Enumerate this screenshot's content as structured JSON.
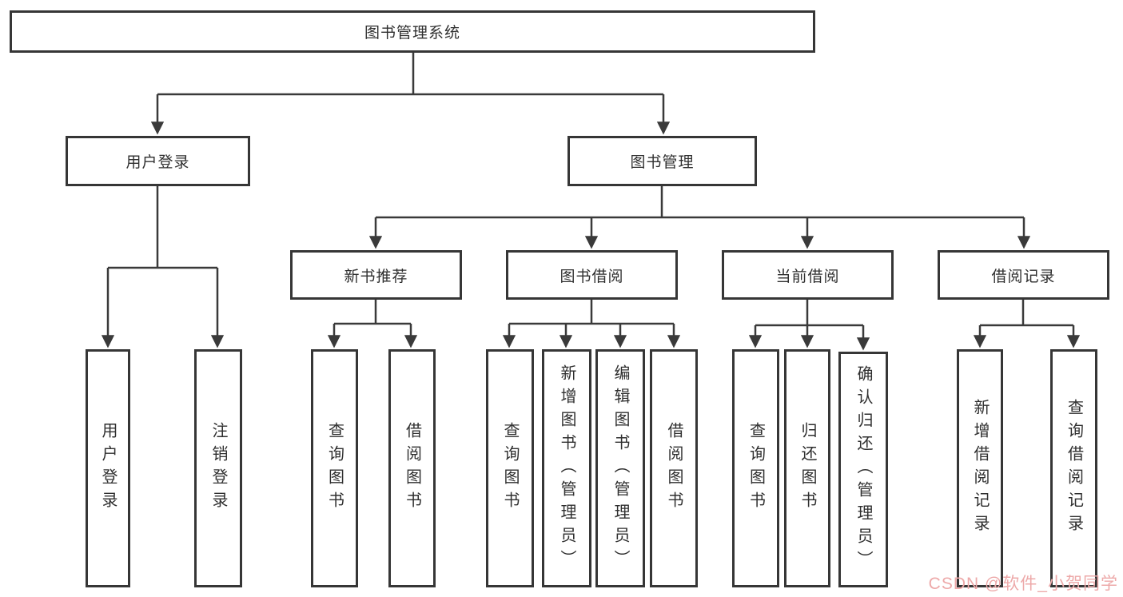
{
  "diagram": {
    "title_node": "图书管理系统",
    "level1": {
      "user_login": "用户登录",
      "book_management": "图书管理"
    },
    "level2": {
      "new_book_recommend": "新书推荐",
      "book_borrowing": "图书借阅",
      "current_borrowing": "当前借阅",
      "borrowing_records": "借阅记录"
    },
    "leaves": {
      "user_login": "用户登录",
      "logout": "注销登录",
      "query_books_recommend": "查询图书",
      "borrow_books_recommend": "借阅图书",
      "query_books_borrowing": "查询图书",
      "add_books_admin": "新增图书（管理员）",
      "edit_books_admin": "编辑图书（管理员）",
      "borrow_books_borrowing": "借阅图书",
      "query_books_current": "查询图书",
      "return_books": "归还图书",
      "confirm_return_admin": "确认归还（管理员）",
      "add_borrow_record": "新增借阅记录",
      "query_borrow_record": "查询借阅记录"
    }
  },
  "watermark": {
    "text": "CSDN @软件_小贺同学",
    "color": "#eda9a9"
  },
  "colors": {
    "line": "#3a3a3a",
    "box_border": "#363636",
    "text": "#2f2f2f",
    "background": "#ffffff"
  }
}
